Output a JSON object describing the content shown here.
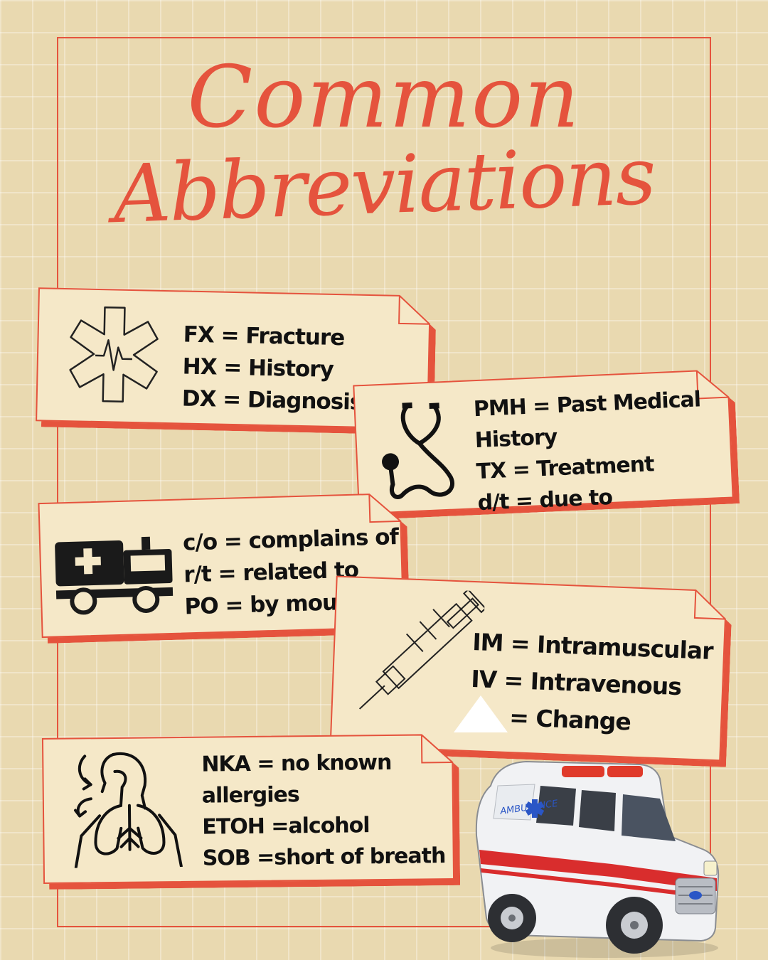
{
  "title": {
    "line1": "Common",
    "line2": "Abbreviations"
  },
  "colors": {
    "accent": "#e5533d",
    "paper": "#f5e8c8",
    "background": "#e9d9b0",
    "text": "#111111"
  },
  "cards": [
    {
      "icon": "star-of-life-icon",
      "lines": [
        "FX = Fracture",
        "HX = History",
        "DX = Diagnosis"
      ]
    },
    {
      "icon": "stethoscope-icon",
      "lines": [
        "PMH = Past Medical",
        "History",
        "TX = Treatment",
        "d/t = due to"
      ]
    },
    {
      "icon": "ambulance-silhouette-icon",
      "lines": [
        "c/o = complains of",
        "r/t = related to",
        "PO = by mouth"
      ]
    },
    {
      "icon": "syringe-icon",
      "lines": [
        "IM = Intramuscular",
        "IV = Intravenous",
        "= Change"
      ]
    },
    {
      "icon": "respiratory-system-icon",
      "lines": [
        "NKA = no known",
        "allergies",
        "ETOH =alcohol",
        "SOB =short of breath"
      ]
    }
  ],
  "illustration": {
    "icon": "ambulance-illustration",
    "side_text": "AMBULANCE"
  }
}
